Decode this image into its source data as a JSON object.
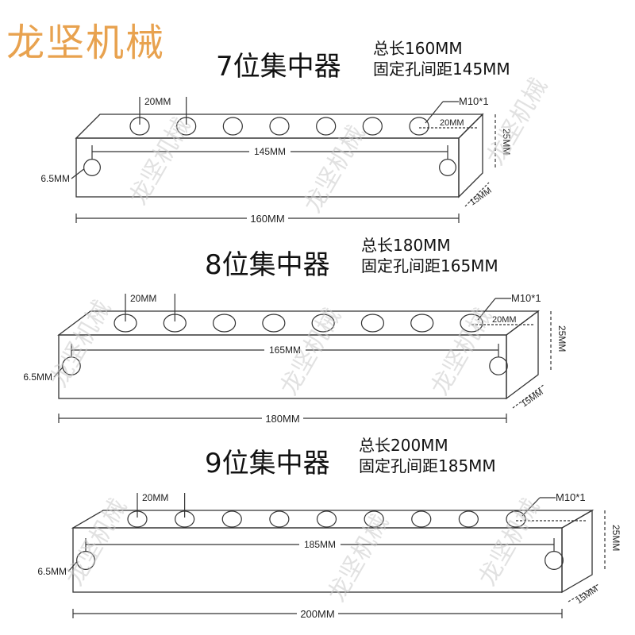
{
  "brand": "龙坚机械",
  "watermark": "龙坚机械",
  "sections": [
    {
      "title": "7位集中器",
      "spec_total": "总长160MM",
      "spec_holes": "固定孔间距145MM",
      "holes": 7,
      "labels": {
        "pitch": "20MM",
        "thread": "M10*1",
        "thread_pitch": "20MM",
        "height": "25MM",
        "mount": "145MM",
        "dia": "6.5MM",
        "length": "160MM",
        "depth": "15MM"
      }
    },
    {
      "title": "8位集中器",
      "spec_total": "总长180MM",
      "spec_holes": "固定孔间距165MM",
      "holes": 8,
      "labels": {
        "pitch": "20MM",
        "thread": "M10*1",
        "thread_pitch": "20MM",
        "height": "25MM",
        "mount": "165MM",
        "dia": "6.5MM",
        "length": "180MM",
        "depth": "15MM"
      }
    },
    {
      "title": "9位集中器",
      "spec_total": "总长200MM",
      "spec_holes": "固定孔间距185MM",
      "holes": 9,
      "labels": {
        "pitch": "20MM",
        "thread": "M10*1",
        "thread_pitch": "",
        "height": "25MM",
        "mount": "185MM",
        "dia": "6.5MM",
        "length": "200MM",
        "depth": "15MM"
      }
    }
  ]
}
